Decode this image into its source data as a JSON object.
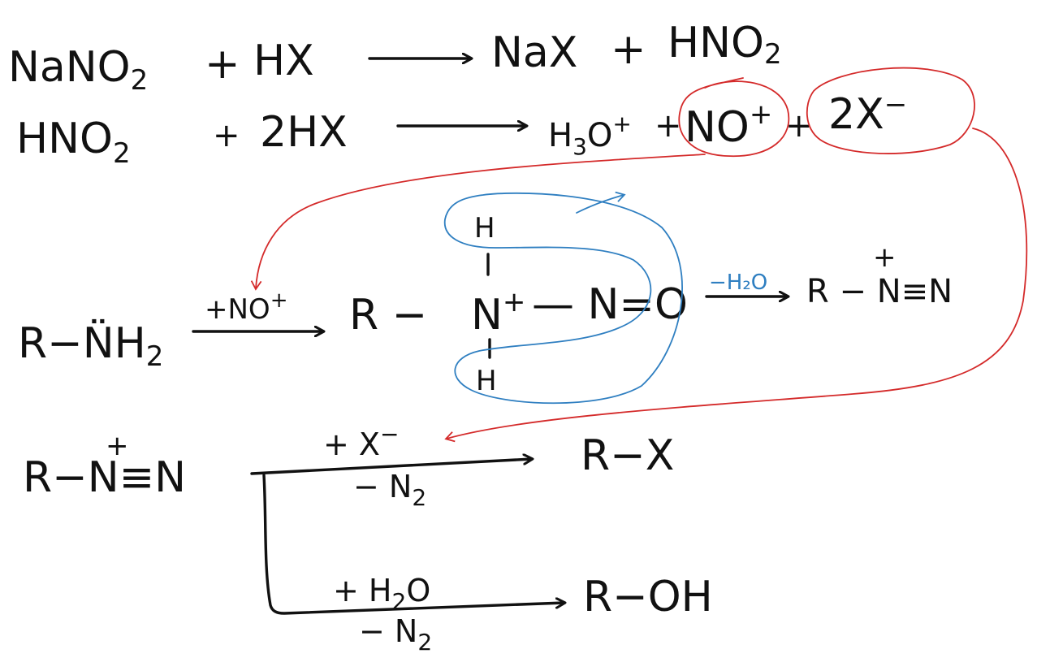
{
  "eq1": {
    "reactant1": "NaNO",
    "reactant1_sub": "2",
    "plus1": "+",
    "reactant2": "HX",
    "product1": "NaX",
    "plus2": "+",
    "product2": "HNO",
    "product2_sub": "2"
  },
  "eq2": {
    "reactant1": "HNO",
    "reactant1_sub": "2",
    "plus1": "+",
    "reactant2": "2HX",
    "product1": "H",
    "product1_sub": "3",
    "product1_rest": "O",
    "product1_charge": "+",
    "plus2": "+",
    "product2": "NO",
    "product2_charge": "+",
    "plus3": "+",
    "product3": "2X",
    "product3_charge": "−"
  },
  "mechanism": {
    "amine": "R−N̈H",
    "amine_sub": "2",
    "reagent": "+NO",
    "reagent_charge": "+",
    "intermediate_r": "R −",
    "intermediate_n": "N",
    "intermediate_n_charge": "+",
    "intermediate_rest": "— N=O",
    "h_top": "H",
    "h_bottom": "H",
    "loss_label": "−H₂O",
    "product": "R − N≡N",
    "product_charge": "+"
  },
  "reactions": {
    "diazonium": "R−N≡N",
    "diazonium_charge": "+",
    "top_reagent": "+ X",
    "top_reagent_charge": "−",
    "top_loss": "− N",
    "top_loss_sub": "2",
    "top_product": "R−X",
    "bottom_reagent": "+ H",
    "bottom_reagent_sub": "2",
    "bottom_reagent_rest": "O",
    "bottom_loss": "− N",
    "bottom_loss_sub": "2",
    "bottom_product": "R−OH"
  }
}
